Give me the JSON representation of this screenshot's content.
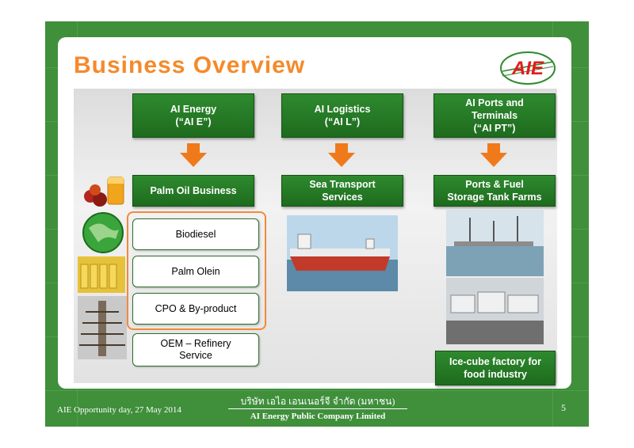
{
  "slide": {
    "title": "Business Overview",
    "logo_text": "AIE"
  },
  "columns": [
    {
      "header_line1": "AI Energy",
      "header_line2": "(“AI E”)",
      "sub": "Palm Oil Business",
      "products": [
        "Biodiesel",
        "Palm Olein",
        "CPO & By-product"
      ],
      "service_line1": "OEM – Refinery",
      "service_line2": "Service"
    },
    {
      "header_line1": "AI Logistics",
      "header_line2": "(“AI L”)",
      "sub_line1": "Sea Transport",
      "sub_line2": "Services"
    },
    {
      "header_line1": "AI Ports and",
      "header_line2": "Terminals",
      "header_line3": "(“AI PT”)",
      "sub_line1": "Ports & Fuel",
      "sub_line2": "Storage Tank Farms",
      "extra_line1": "Ice-cube factory for",
      "extra_line2": "food industry"
    }
  ],
  "footer": {
    "event": "AIE Opportunity day, 27 May 2014",
    "company_thai": "บริษัท เอไอ เอนเนอร์จี จำกัด (มหาชน)",
    "company_en": "AI Energy Public Company Limited",
    "page": "5"
  },
  "colors": {
    "frame_green": "#3f8f3b",
    "box_green": "#1e6b1e",
    "accent_orange": "#f58a2a"
  }
}
